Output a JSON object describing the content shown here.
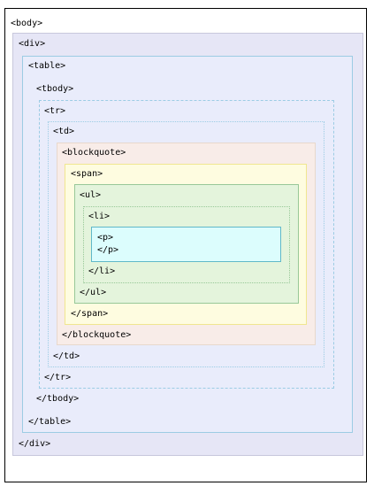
{
  "tags": {
    "body_open": "<body>",
    "div_open": "<div>",
    "div_close": "</div>",
    "table_open": "<table>",
    "table_close": "</table>",
    "tbody_open": "<tbody>",
    "tbody_close": "</tbody>",
    "tr_open": "<tr>",
    "tr_close": "</tr>",
    "td_open": "<td>",
    "td_close": "</td>",
    "blockquote_open": "<blockquote>",
    "blockquote_close": "</blockquote>",
    "span_open": "<span>",
    "span_close": "</span>",
    "ul_open": "<ul>",
    "ul_close": "</ul>",
    "li_open": "<li>",
    "li_close": "</li>",
    "p_open": "<p>",
    "p_close": "</p>"
  },
  "colors": {
    "div": "#e6e6f6",
    "table": "#e9ecfb",
    "blockquote": "#f8ece8",
    "span": "#fefce0",
    "ul": "#e4f4dc",
    "p": "#dcfdfd"
  }
}
